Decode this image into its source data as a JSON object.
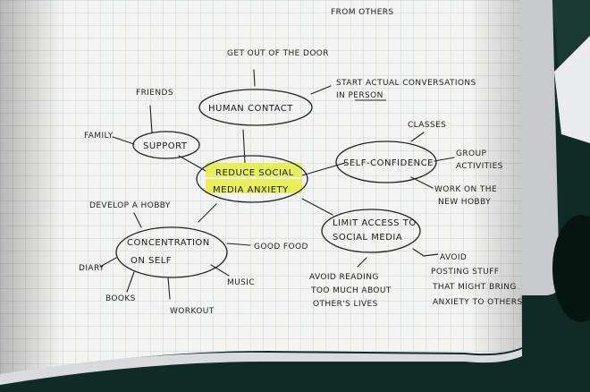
{
  "colors": {
    "highlight": "#e6f04a",
    "paper": "#f3f3f1",
    "grid": "#b9c7d3",
    "ink": "#1f1f1f",
    "background": "#0f2b24"
  },
  "header_text": "FROM OTHERS",
  "mind_map": {
    "center": [
      "REDUCE SOCIAL",
      "MEDIA ANXIETY"
    ],
    "nodes": {
      "human_contact": "HUMAN CONTACT",
      "support": "SUPPORT",
      "self_confidence": "SELF-CONFIDENCE",
      "limit_access": [
        "LIMIT ACCESS TO",
        "SOCIAL MEDIA"
      ],
      "concentration": [
        "CONCENTRATION",
        "ON SELF"
      ]
    },
    "leaves": {
      "get_out": "GET OUT OF THE DOOR",
      "start_conv": [
        "START ACTUAL CONVERSATIONS",
        "IN PERSON"
      ],
      "friends": "FRIENDS",
      "family": "FAMILY",
      "classes": "CLASSES",
      "group_activities": [
        "GROUP",
        "ACTIVITIES"
      ],
      "work_hobby": [
        "WORK ON THE",
        "NEW HOBBY"
      ],
      "avoid_posting": [
        "AVOID",
        "POSTING STUFF",
        "THAT MIGHT BRING",
        "ANXIETY TO OTHERS"
      ],
      "avoid_reading": [
        "AVOID READING",
        "TOO MUCH ABOUT",
        "OTHER'S LIVES"
      ],
      "develop_hobby": "DEVELOP A HOBBY",
      "good_food": "GOOD FOOD",
      "music": "MUSIC",
      "workout": "WORKOUT",
      "books": "BOOKS",
      "diary": "DIARY"
    }
  }
}
